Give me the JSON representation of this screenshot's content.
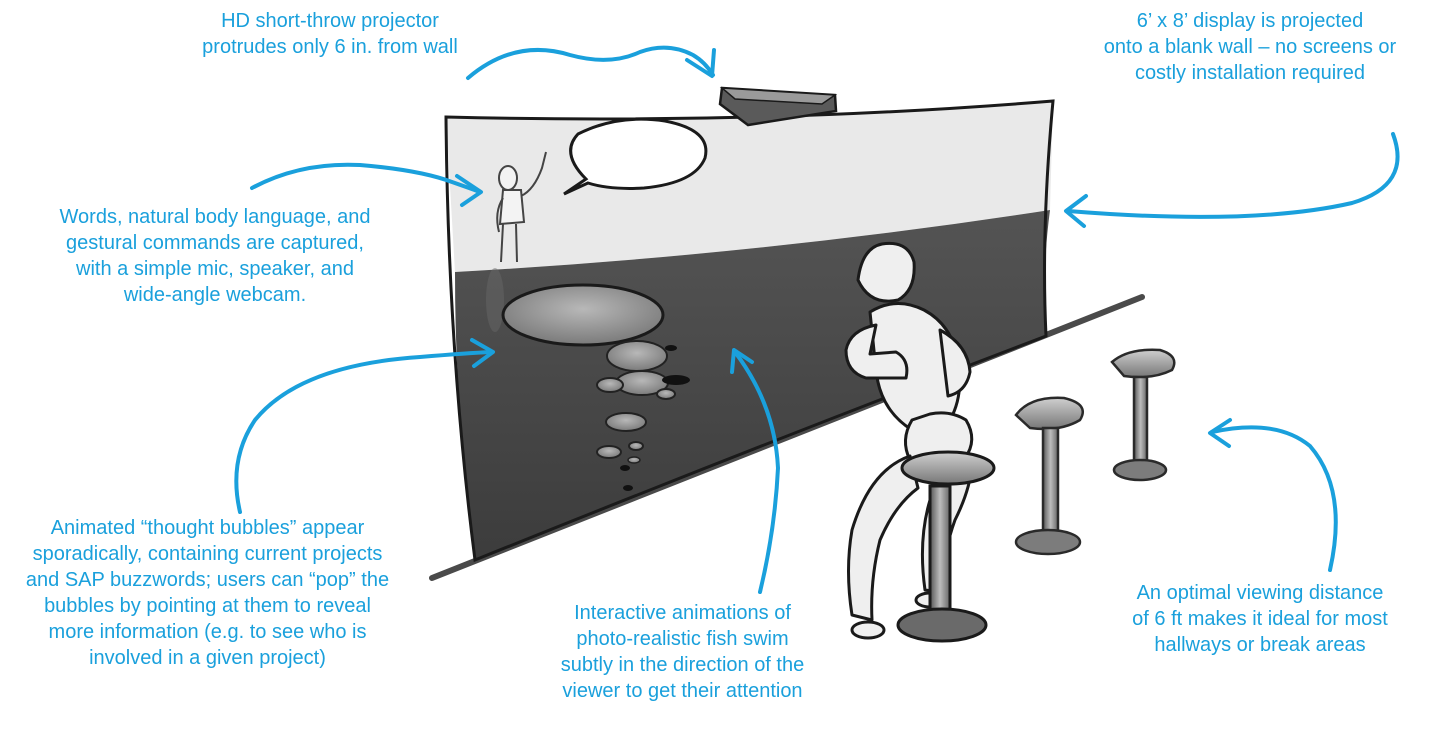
{
  "colors": {
    "accent": "#1aa0dc",
    "wall_upper": "#e9e9e9",
    "wall_lower": "#4a4a4a",
    "outline": "#1a1a1a"
  },
  "callouts": {
    "projector": {
      "lines": [
        "HD short-throw projector",
        "protrudes only 6 in. from wall"
      ]
    },
    "display": {
      "lines": [
        "6’ x 8’ display is projected",
        "onto a blank wall – no screens or",
        "costly installation required"
      ]
    },
    "capture": {
      "lines": [
        "Words, natural body language, and",
        "gestural commands are captured,",
        "with a simple mic, speaker, and",
        "wide-angle webcam."
      ]
    },
    "bubbles": {
      "lines": [
        "Animated “thought bubbles” appear",
        "sporadically,  containing current  projects",
        "and SAP buzzwords; users can “pop” the",
        "bubbles by pointing at them to reveal",
        "more information (e.g. to see who is",
        "involved in a given project)"
      ]
    },
    "fish": {
      "lines": [
        "Interactive animations of",
        "photo-realistic fish swim",
        "subtly in the direction of the",
        "viewer to get their attention"
      ]
    },
    "distance": {
      "lines": [
        "An optimal viewing distance",
        "of 6 ft makes it ideal for most",
        "hallways or break areas"
      ]
    }
  },
  "icons": [
    "projector-icon",
    "person-figure-icon",
    "seated-person-icon",
    "stool-icon",
    "speech-bubble-icon",
    "thought-bubble-icon"
  ]
}
